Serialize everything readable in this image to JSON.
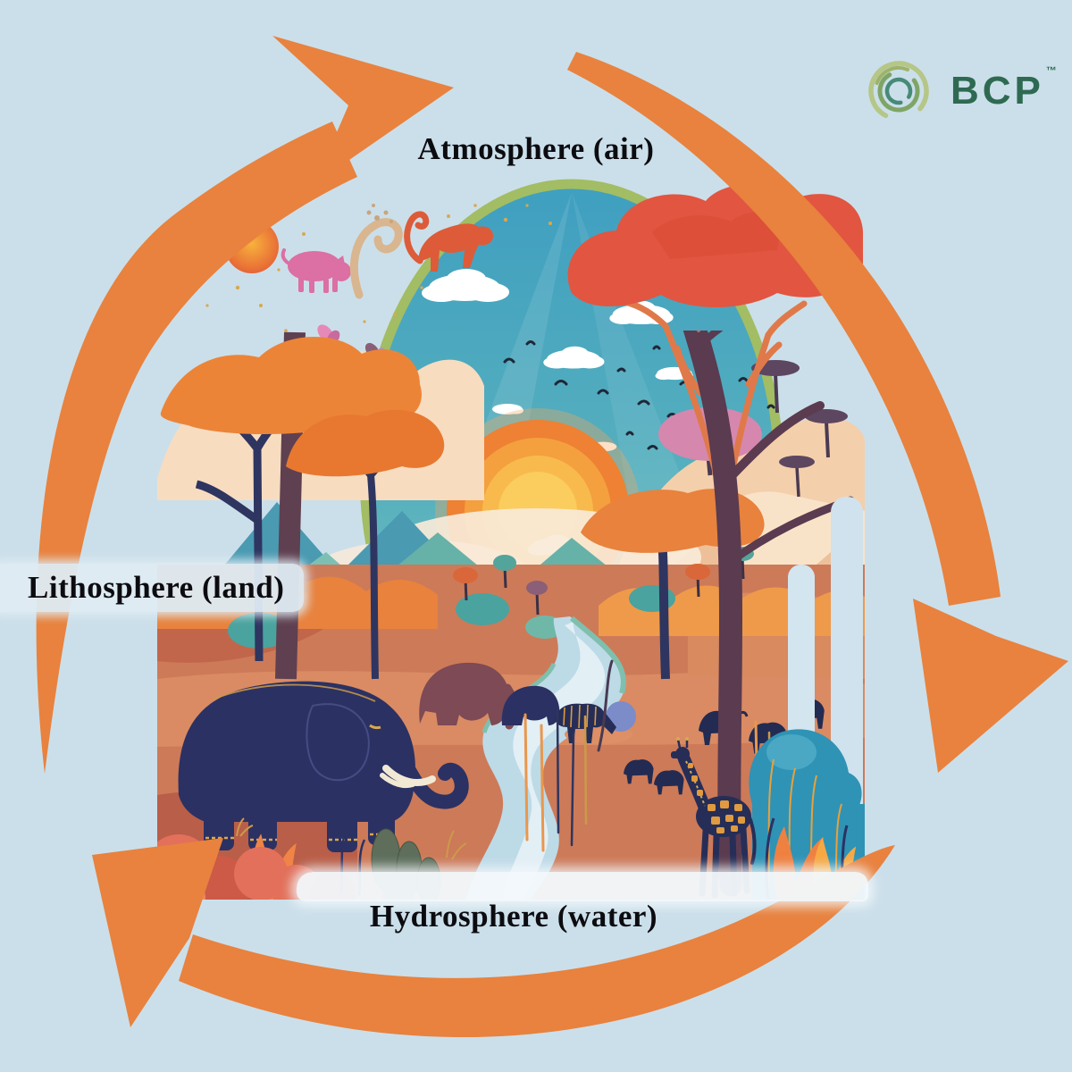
{
  "page": {
    "background_color": "#cbdfea"
  },
  "brand": {
    "name": "BCP",
    "trademark": "™",
    "text_color": "#2e6a52",
    "spiral_colors": [
      "#b5c687",
      "#7fa566",
      "#478a77"
    ]
  },
  "cycle": {
    "arrow_color": "#e8823e",
    "labels": {
      "atmosphere": "Atmosphere (air)",
      "lithosphere": "Lithosphere (land)",
      "hydrosphere": "Hydrosphere (water)"
    }
  }
}
